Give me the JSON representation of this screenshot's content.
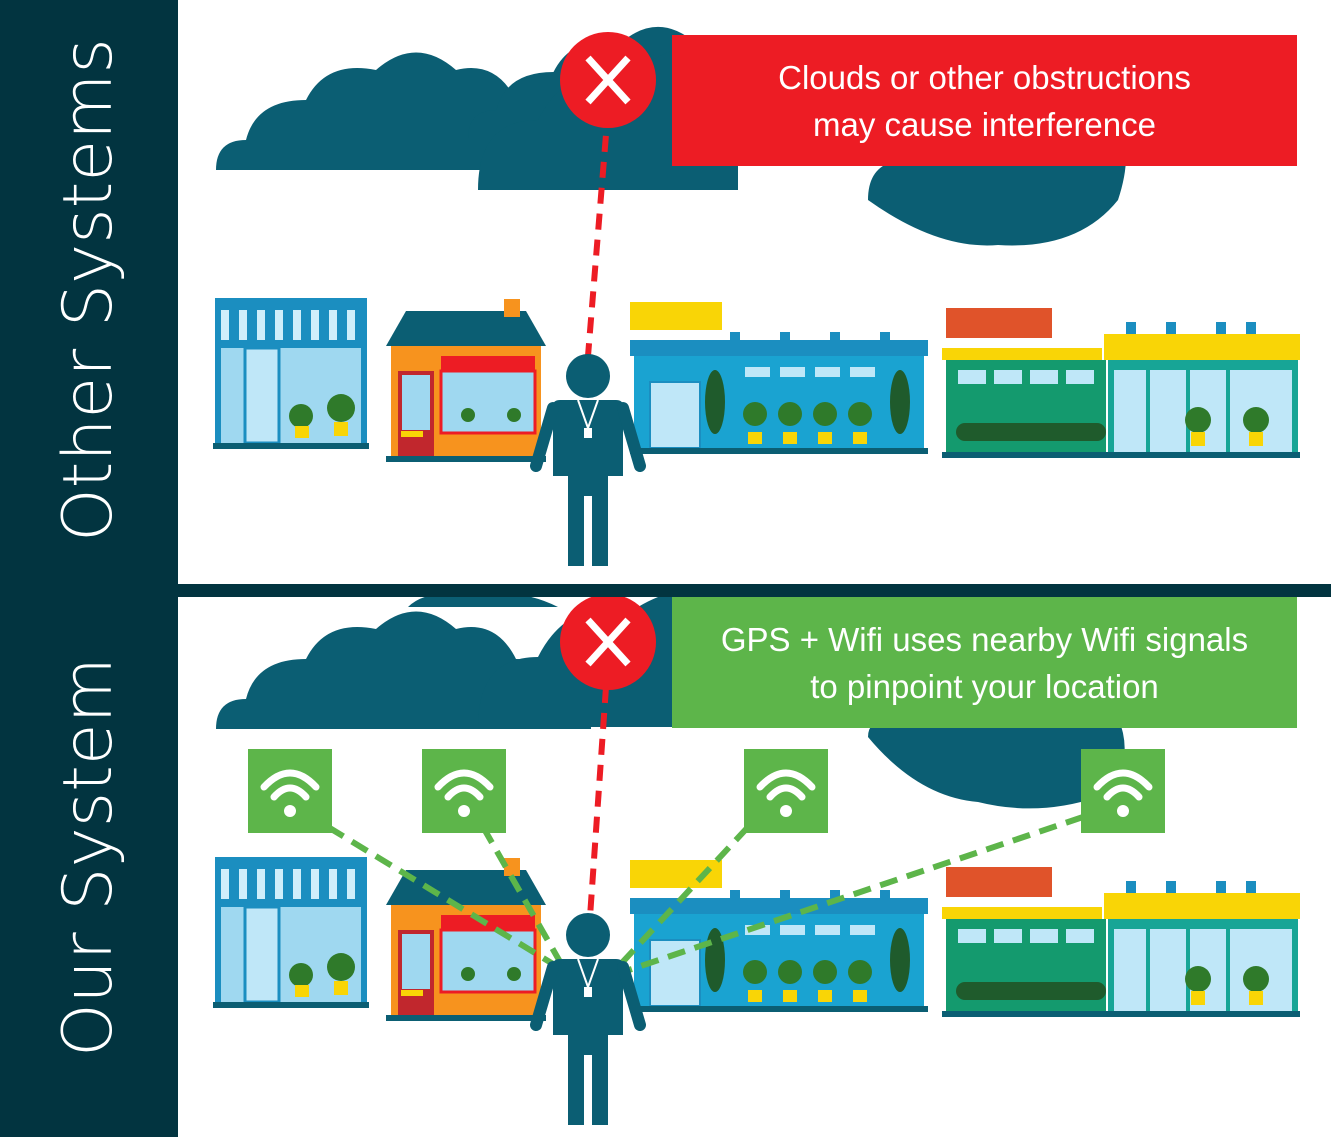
{
  "sections": {
    "top": {
      "label": "Other Systems",
      "callout_line1": "Clouds or other obstructions",
      "callout_line2": "may cause interference",
      "marker": "X"
    },
    "bottom": {
      "label": "Our System",
      "callout_line1": "GPS + Wifi uses nearby Wifi signals",
      "callout_line2": "to pinpoint your location",
      "marker": "X"
    }
  },
  "icons": [
    "cloud-icon",
    "person-icon",
    "wifi-icon",
    "storefront-icon",
    "x-marker-icon"
  ],
  "colors": {
    "sidebar": "#023440",
    "teal": "#0b5e73",
    "red": "#ed1c24",
    "green": "#5db54a",
    "yellow": "#f9d506",
    "orange": "#f7931e"
  }
}
